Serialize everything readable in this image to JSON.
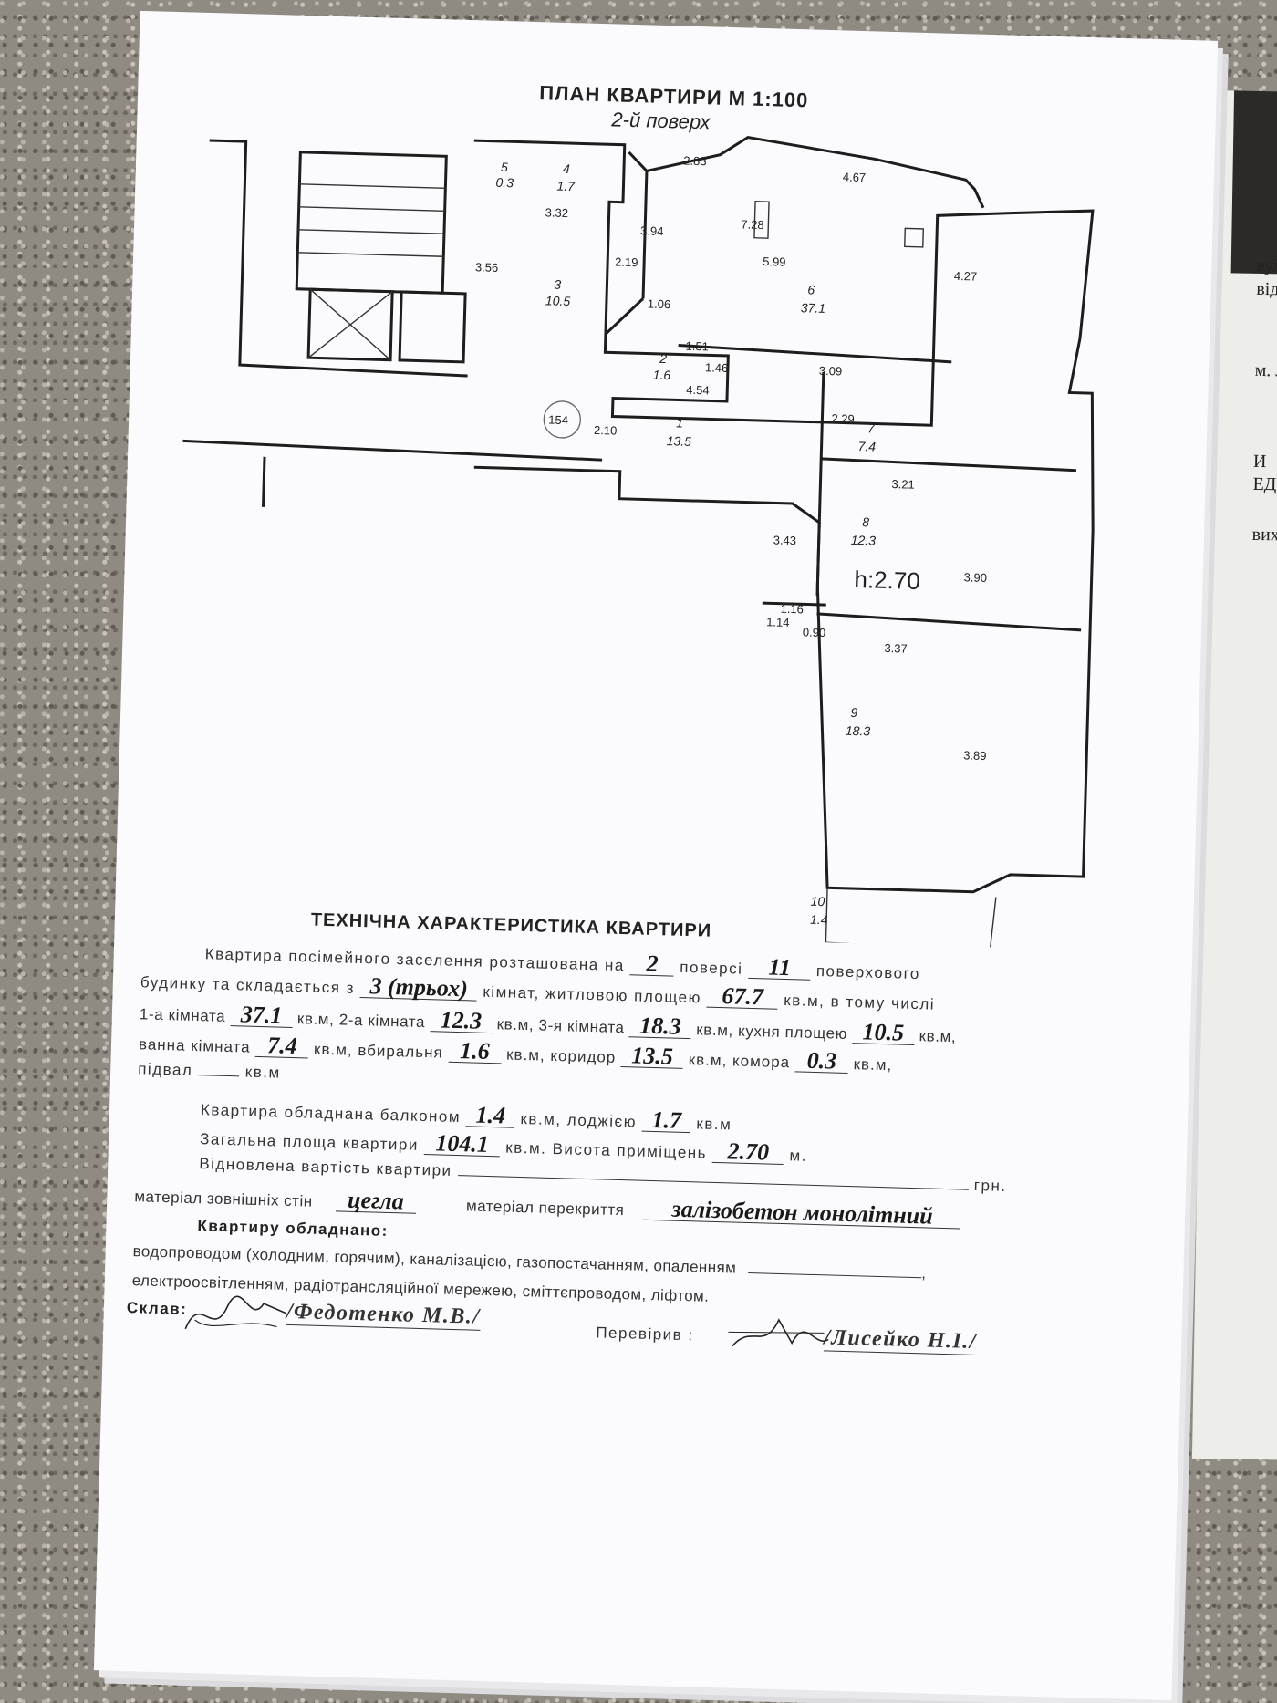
{
  "plan": {
    "title": "ПЛАН КВАРТИРИ М 1:100",
    "floor": "2-й поверх",
    "stamp": "154",
    "ceiling_height": "h:2.70",
    "rooms": [
      {
        "n": "1",
        "area": "13.5"
      },
      {
        "n": "2",
        "area": "1.6"
      },
      {
        "n": "3",
        "area": "10.5"
      },
      {
        "n": "4",
        "area": "1.7"
      },
      {
        "n": "5",
        "area": "0.3"
      },
      {
        "n": "6",
        "area": "37.1"
      },
      {
        "n": "7",
        "area": "7.4"
      },
      {
        "n": "8",
        "area": "12.3"
      },
      {
        "n": "9",
        "area": "18.3"
      },
      {
        "n": "10",
        "area": "1.4"
      }
    ],
    "dimensions": [
      "2.83",
      "4.67",
      "3.32",
      "3.94",
      "7.28",
      "5.99",
      "4.27",
      "3.56",
      "2.19",
      "1.06",
      "1.51",
      "1.46",
      "3.09",
      "4.54",
      "2.10",
      "2.29",
      "3.21",
      "3.43",
      "3.90",
      "1.16",
      "1.14",
      "0.90",
      "3.37",
      "3.89"
    ]
  },
  "tech": {
    "title": "ТЕХНІЧНА ХАРАКТЕРИСТИКА КВАРТИРИ",
    "l1_a": "Квартира посімейного заселення розташована на",
    "floor": "2",
    "l1_b": "поверсі",
    "floors_total": "11",
    "l1_c": "поверхового",
    "l2_a": "будинку та складається з",
    "rooms_count": "3 (трьох)",
    "l2_b": "кімнат, житловою площею",
    "living_area": "67.7",
    "l2_c": "кв.м, в тому числі",
    "l3_a": "1-а кімната",
    "room1": "37.1",
    "l3_b": "кв.м, 2-а кімната",
    "room2": "12.3",
    "l3_c": "кв.м, 3-я кімната",
    "room3": "18.3",
    "l3_d": "кв.м, кухня площею",
    "kitchen": "10.5",
    "l3_e": "кв.м,",
    "l4_a": "ванна кімната",
    "bath": "7.4",
    "l4_b": "кв.м, вбиральня",
    "wc": "1.6",
    "l4_c": "кв.м, коридор",
    "corridor": "13.5",
    "l4_d": "кв.м, комора",
    "storage": "0.3",
    "l4_e": "кв.м,",
    "l5_a": "підвал",
    "l5_b": "кв.м",
    "l6_a": "Квартира обладнана балконом",
    "balcony": "1.4",
    "l6_b": "кв.м, лоджією",
    "loggia": "1.7",
    "l6_c": "кв.м",
    "l7_a": "Загальна площа квартири",
    "total_area": "104.1",
    "l7_b": "кв.м. Висота приміщень",
    "height": "2.70",
    "l7_c": "м.",
    "l8_a": "Відновлена вартість квартири",
    "l8_b": "грн.",
    "l9_a": "матеріал зовнішніх стін",
    "walls": "цегла",
    "l9_b": "матеріал перекриття",
    "ceiling": "залізобетон монолітний",
    "equip_title": "Квартиру обладнано:",
    "equip_1": "водопроводом (холодним, горячим), каналізацією, газопостачанням, опаленням",
    "equip_2": "електроосвітленням, радіотрансляційної мережею, сміттєпроводом, ліфтом.",
    "composed_label": "Склав:",
    "composed_name": "/Федотенко М.В./",
    "checked_label": "Перевірив :",
    "checked_name": "/Лисейко Н.І./"
  },
  "background": {
    "right_fragments": [
      "вули",
      "відом",
      "м. Л",
      "И",
      "ЕД",
      "вих"
    ]
  }
}
